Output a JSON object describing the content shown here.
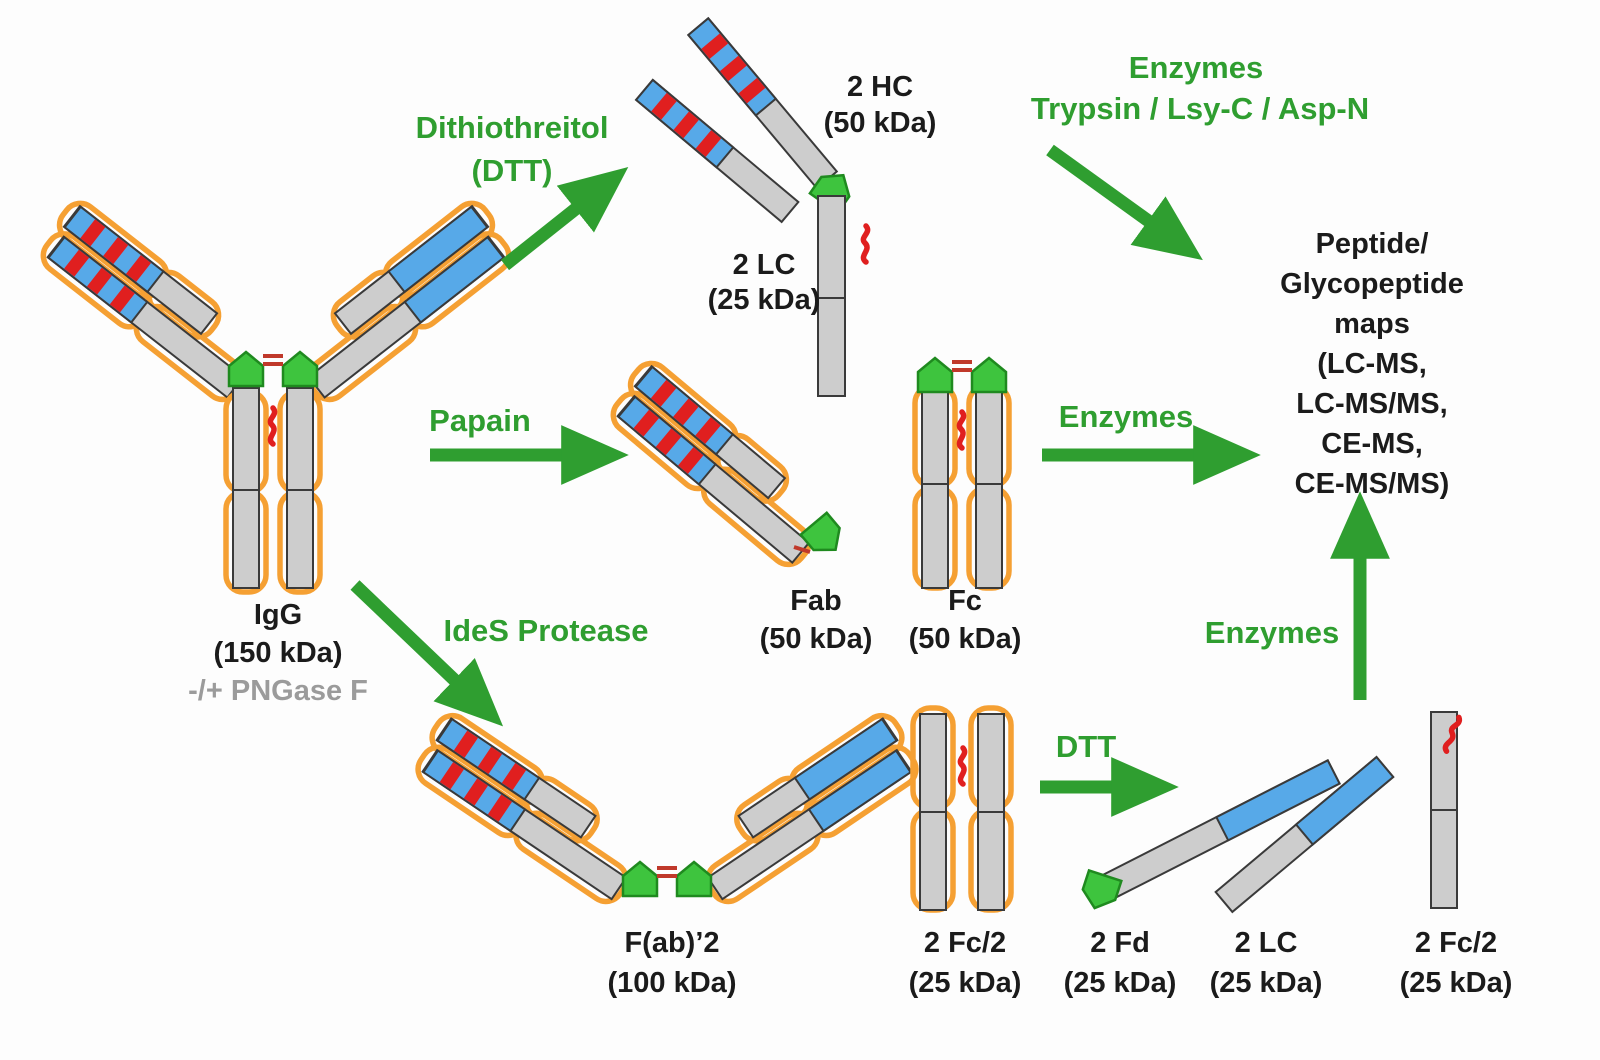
{
  "molecules": {
    "igg": {
      "name": "IgG",
      "mass": "(150 kDa)",
      "note": "-/+ PNGase F"
    },
    "hc_top": {
      "name": "2 HC",
      "mass": "(50 kDa)"
    },
    "lc_top": {
      "name": "2 LC",
      "mass": "(25 kDa)"
    },
    "fab": {
      "name": "Fab",
      "mass": "(50 kDa)"
    },
    "fc": {
      "name": "Fc",
      "mass": "(50 kDa)"
    },
    "fab2": {
      "name": "F(ab)’2",
      "mass": "(100 kDa)"
    },
    "fc2_mid": {
      "name": "2 Fc/2",
      "mass": "(25 kDa)"
    },
    "fd": {
      "name": "2 Fd",
      "mass": "(25 kDa)"
    },
    "lc_bottom": {
      "name": "2 LC",
      "mass": "(25 kDa)"
    },
    "fc2_right": {
      "name": "2 Fc/2",
      "mass": "(25 kDa)"
    }
  },
  "reagents": {
    "dtt_full_line1": "Dithiothreitol",
    "dtt_full_line2": "(DTT)",
    "papain": "Papain",
    "ides_protease": "IdeS Protease",
    "dtt_short": "DTT",
    "enzymes_trypsin_line1": "Enzymes",
    "enzymes_trypsin_line2": "Trypsin / Lsy-C / Asp-N",
    "enzymes_mid": "Enzymes",
    "enzymes_bottom": "Enzymes"
  },
  "output": {
    "lines": [
      "Peptide/",
      "Glycopeptide",
      "maps",
      "(LC-MS,",
      "LC-MS/MS,",
      "CE-MS,",
      "CE-MS/MS)"
    ]
  },
  "colors": {
    "green": "#2f9e30",
    "orange": "#f5a033",
    "blue": "#57a9e8",
    "red": "#e01f1f",
    "gray_chain": "#cdcdcd"
  }
}
